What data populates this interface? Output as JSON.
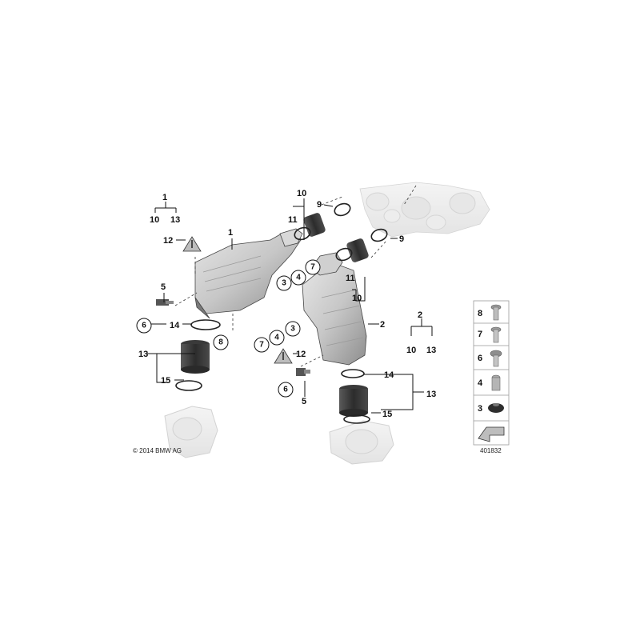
{
  "copyright": "© 2014 BMW AG",
  "diagram_id": "401832",
  "labels": {
    "l1_top": "1",
    "l10_a": "10",
    "l13_a": "13",
    "l12_a": "12",
    "l1_part": "1",
    "l5_a": "5",
    "l6_a": "6",
    "l14_a": "14",
    "l8": "8",
    "l13_b": "13",
    "l15_a": "15",
    "l10_top": "10",
    "l11_a": "11",
    "l9_a": "9",
    "l9_b": "9",
    "l3_a": "3",
    "l4_a": "4",
    "l7_a": "7",
    "l11_b": "11",
    "l10_b": "10",
    "l2_part": "2",
    "l7_b": "7",
    "l4_b": "4",
    "l3_b": "3",
    "l12_b": "12",
    "l6_b": "6",
    "l5_b": "5",
    "l14_b": "14",
    "l13_c": "13",
    "l15_b": "15",
    "l2_top": "2",
    "l10_c": "10",
    "l13_d": "13"
  },
  "legend": [
    {
      "num": "8",
      "icon": "bolt-icon"
    },
    {
      "num": "7",
      "icon": "screw-icon"
    },
    {
      "num": "6",
      "icon": "hex-screw-icon"
    },
    {
      "num": "4",
      "icon": "spacer-sleeve-icon"
    },
    {
      "num": "3",
      "icon": "rubber-grommet-icon"
    }
  ]
}
